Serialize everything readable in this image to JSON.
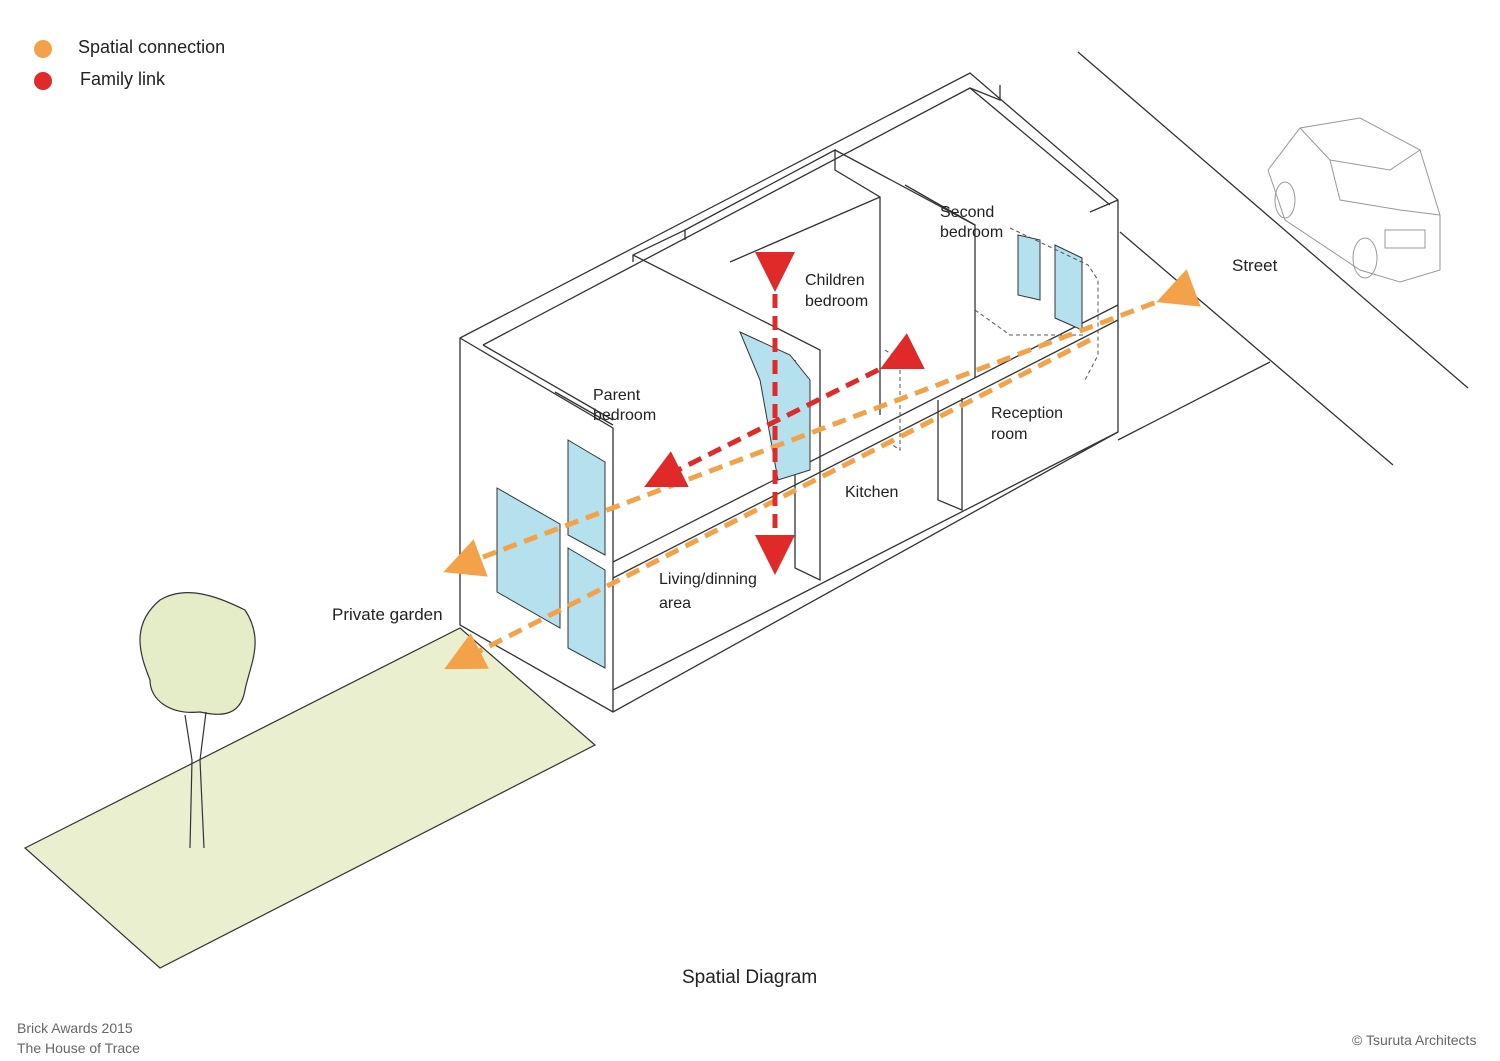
{
  "legend": [
    {
      "label": "Spatial connection",
      "color": "#f4a24a"
    },
    {
      "label": "Family link",
      "color": "#e02a2a"
    }
  ],
  "labels": {
    "second_bedroom": [
      "Second",
      "bedroom"
    ],
    "children_bedroom": [
      "Children",
      "bedroom"
    ],
    "parent_bedroom": [
      "Parent",
      "bedroom"
    ],
    "reception_room": [
      "Reception",
      "room"
    ],
    "kitchen": "Kitchen",
    "living": [
      "Living/dinning",
      "area"
    ],
    "private_garden": "Private garden",
    "street": "Street"
  },
  "title": "Spatial Diagram",
  "footer": {
    "line1": "Brick Awards 2015",
    "line2": "The House of Trace",
    "credit": "© Tsuruta Architects"
  },
  "colors": {
    "glass": "#b5e0ee",
    "garden": "#e9efcf",
    "tree": "#e4ecc8",
    "line": "#333333"
  }
}
